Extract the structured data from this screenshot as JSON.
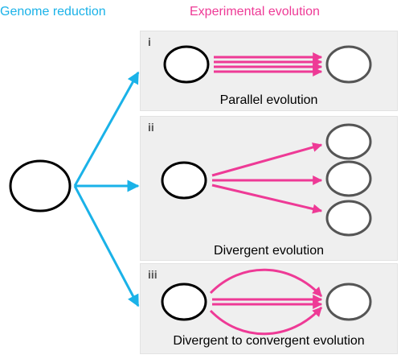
{
  "titles": {
    "left": "Genome reduction",
    "right": "Experimental evolution"
  },
  "panels": [
    {
      "numeral": "i",
      "caption": "Parallel evolution"
    },
    {
      "numeral": "ii",
      "caption": "Divergent evolution"
    },
    {
      "numeral": "iii",
      "caption": "Divergent to convergent evolution"
    }
  ],
  "colors": {
    "genome_reduction": "#1ab2e8",
    "experimental_evolution": "#ee3a96",
    "panel_background": "#efefef",
    "ancestor_outline": "#000000",
    "evolved_outline": "#555555"
  }
}
